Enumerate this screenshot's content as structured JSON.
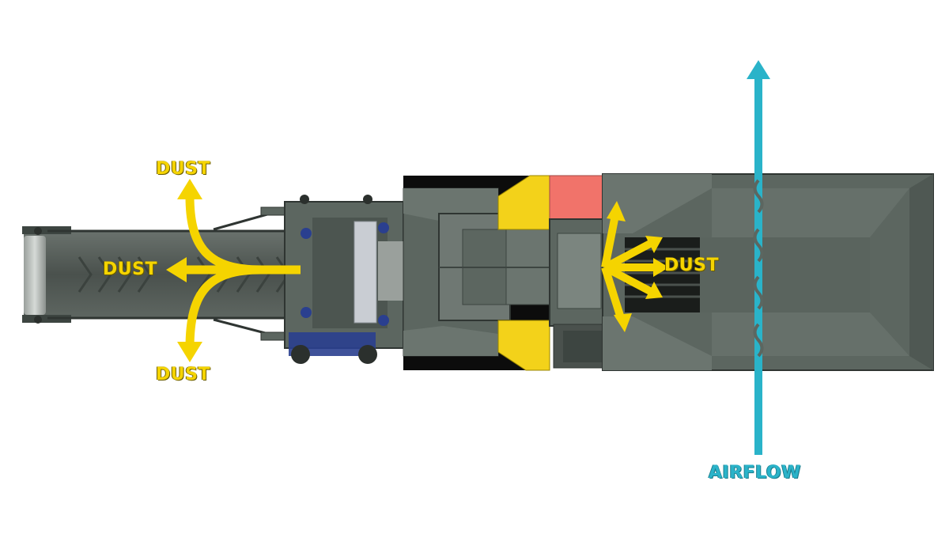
{
  "labels": {
    "dust_top": "DUST",
    "dust_center": "DUST",
    "dust_bottom": "DUST",
    "dust_right": "DUST",
    "airflow": "AIRFLOW"
  },
  "colors": {
    "machine_body": "#5c6660",
    "machine_dark": "#3d4541",
    "machine_light": "#7b857f",
    "conveyor_belt": "#4a514d",
    "hopper_black": "#0c0c0c",
    "guard_yellow": "#f3d21a",
    "panel_red": "#f1736a",
    "dust_arrow": "#f5d400",
    "airflow_arrow": "#2ab3c9",
    "motor_blue": "#2a3f8f"
  }
}
